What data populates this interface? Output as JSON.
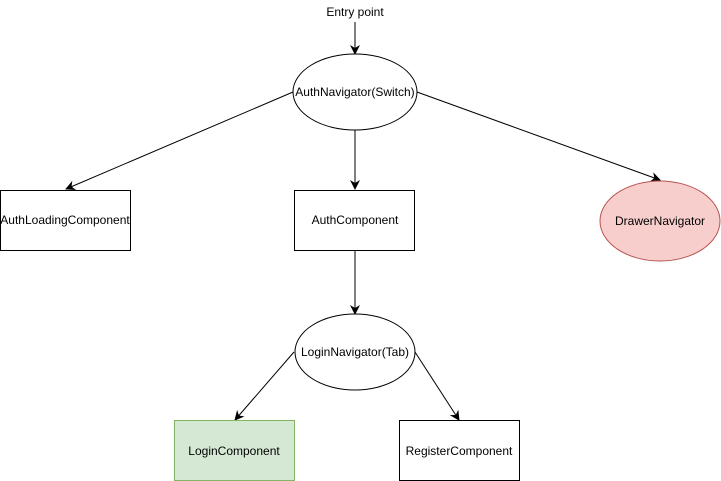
{
  "entry_label": "Entry point",
  "nodes": {
    "auth_navigator": "AuthNavigator(Switch)",
    "auth_loading": "AuthLoadingComponent",
    "auth_component": "AuthComponent",
    "drawer_navigator": "DrawerNavigator",
    "login_navigator": "LoginNavigator(Tab)",
    "login_component": "LoginComponent",
    "register_component": "RegisterComponent"
  },
  "colors": {
    "drawer_fill": "#f8cecc",
    "drawer_stroke": "#b85450",
    "login_fill": "#d5e8d4",
    "login_stroke": "#82b366"
  }
}
